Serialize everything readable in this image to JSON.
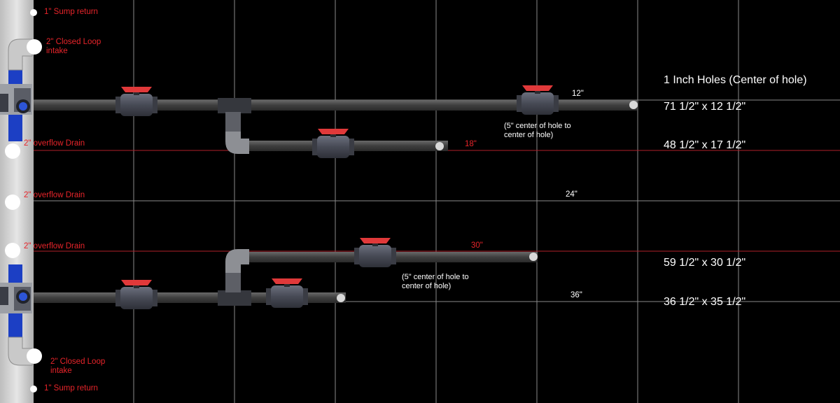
{
  "colors": {
    "background": "#000000",
    "grid": "#8a8a8a",
    "red_line": "#c0202a",
    "pipe": "#4a4a4a",
    "valve_body": "#4b4e5a",
    "valve_handle": "#e0393a",
    "label_red": "#e8242a",
    "label_white": "#ffffff",
    "tank_wall": "#d8d8d8",
    "bulkhead_blue": "#1c3fc4"
  },
  "left_labels": {
    "sump_return_top": "1\" Sump return",
    "closed_loop_top_1": "2\" Closed Loop",
    "closed_loop_top_2": "intake",
    "overflow_1": "2\" overflow Drain",
    "overflow_2": "2\" overflow Drain",
    "overflow_3": "2\" overflow Drain",
    "closed_loop_bottom_1": "2\" Closed Loop",
    "closed_loop_bottom_2": "intake",
    "sump_return_bottom": "1\" Sump return"
  },
  "measurements": {
    "m12": "12\"",
    "m18": "18\"",
    "m24": "24\"",
    "m30": "30\"",
    "m36": "36\""
  },
  "notes": {
    "note_top_1": "(5\" center of hole to",
    "note_top_2": "center of hole)",
    "note_bottom_1": "(5\" center of hole to",
    "note_bottom_2": "center of hole)"
  },
  "holes": {
    "title": "1 Inch Holes (Center of hole)",
    "h1": "71 1/2\" x 12 1/2\"",
    "h2": "48 1/2\" x 17 1/2\"",
    "h3": "59 1/2\" x 30 1/2\"",
    "h4": "36 1/2\" x 35 1/2\""
  }
}
